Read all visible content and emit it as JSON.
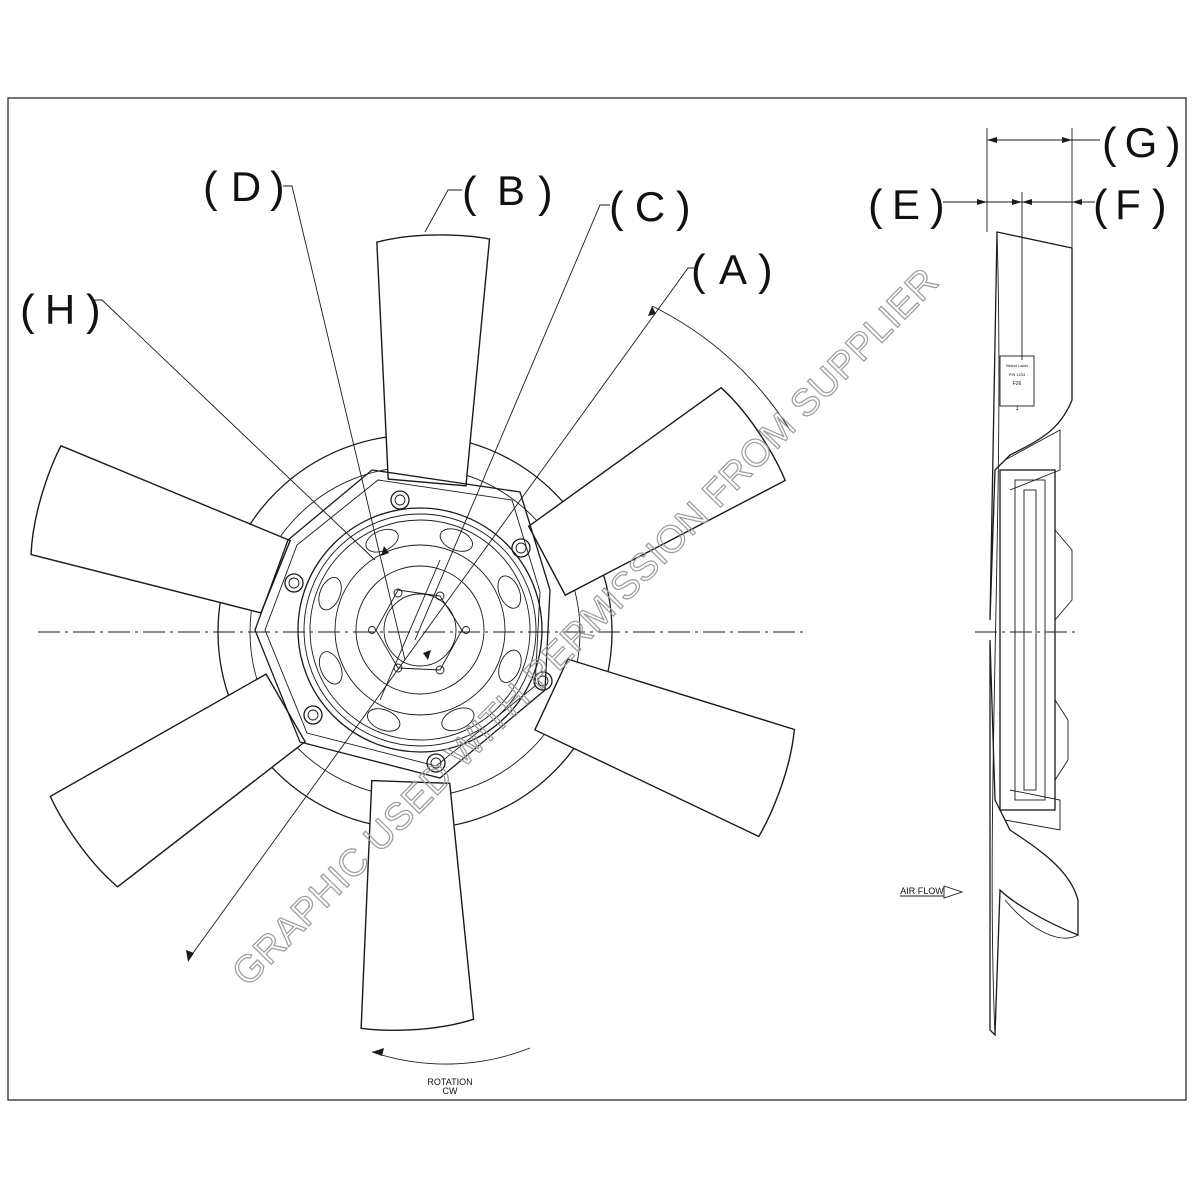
{
  "labels": {
    "a": "A",
    "b": "B",
    "c": "C",
    "d": "D",
    "e": "E",
    "f": "F",
    "g": "G",
    "h": "H"
  },
  "annotations": {
    "rotation": "ROTATION",
    "rotation_direction": "CW",
    "air_flow": "AIR FLOW"
  },
  "watermark": "GRAPHIC USED WITH PERMISSION FROM SUPPLIER",
  "part_label": {
    "line1": "Brand Label",
    "line2": "P/N 1234",
    "line3": "F26",
    "line4": "1"
  },
  "colors": {
    "ink": "#1a1a1a",
    "watermark": "#9a9a9a",
    "background": "#ffffff"
  }
}
